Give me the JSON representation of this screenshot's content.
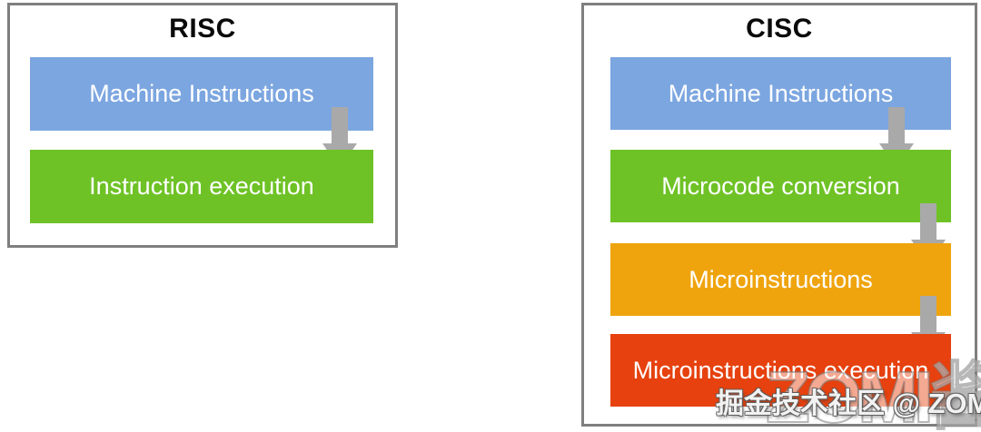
{
  "colors": {
    "panel_border": "#7f7f7f",
    "arrow": "#a9a9a9",
    "step_text": "#ffffff",
    "title_text": "#0a0a0a",
    "blue": "#7ca6e0",
    "green": "#6ec226",
    "amber": "#efa40e",
    "red": "#e6410e"
  },
  "panels": [
    {
      "title": "RISC",
      "steps": [
        {
          "label": "Machine Instructions",
          "color": "#7ca6e0"
        },
        {
          "label": "Instruction execution",
          "color": "#6ec226"
        }
      ]
    },
    {
      "title": "CISC",
      "steps": [
        {
          "label": "Machine Instructions",
          "color": "#7ca6e0"
        },
        {
          "label": "Microcode conversion",
          "color": "#6ec226"
        },
        {
          "label": "Microinstructions",
          "color": "#efa40e"
        },
        {
          "label": "Microinstructions execution",
          "color": "#e6410e"
        }
      ]
    }
  ],
  "watermark": {
    "large": "ZOMI酱",
    "small": "掘金技术社区 @ ZOMI酱"
  }
}
